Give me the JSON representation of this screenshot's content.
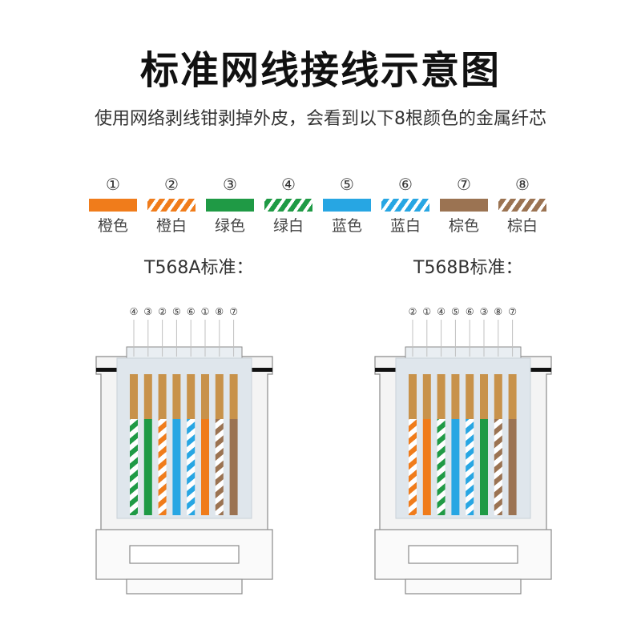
{
  "title": "标准网线接线示意图",
  "subtitle": "使用网络剥线钳剥掉外皮，会看到以下8根颜色的金属纤芯",
  "legend": [
    {
      "num": "①",
      "label": "橙色",
      "color": "#f07c1b",
      "striped": false
    },
    {
      "num": "②",
      "label": "橙白",
      "color": "#f07c1b",
      "striped": true
    },
    {
      "num": "③",
      "label": "绿色",
      "color": "#1f9a45",
      "striped": false
    },
    {
      "num": "④",
      "label": "绿白",
      "color": "#1f9a45",
      "striped": true
    },
    {
      "num": "⑤",
      "label": "蓝色",
      "color": "#27a6e3",
      "striped": false
    },
    {
      "num": "⑥",
      "label": "蓝白",
      "color": "#27a6e3",
      "striped": true
    },
    {
      "num": "⑦",
      "label": "棕色",
      "color": "#9b7352",
      "striped": false
    },
    {
      "num": "⑧",
      "label": "棕白",
      "color": "#9b7352",
      "striped": true
    }
  ],
  "standards": {
    "a": {
      "label": "T568A标准：",
      "pins": [
        4,
        3,
        2,
        5,
        6,
        1,
        8,
        7
      ]
    },
    "b": {
      "label": "T568B标准：",
      "pins": [
        2,
        1,
        4,
        5,
        6,
        3,
        8,
        7
      ]
    }
  },
  "pin_symbols": [
    "①",
    "②",
    "③",
    "④",
    "⑤",
    "⑥",
    "⑦",
    "⑧"
  ],
  "colors": {
    "gold": "#c8924a",
    "outline": "#8a8a8a",
    "body": "#f4f4f4",
    "clear_plug": "#dfe6ec"
  }
}
